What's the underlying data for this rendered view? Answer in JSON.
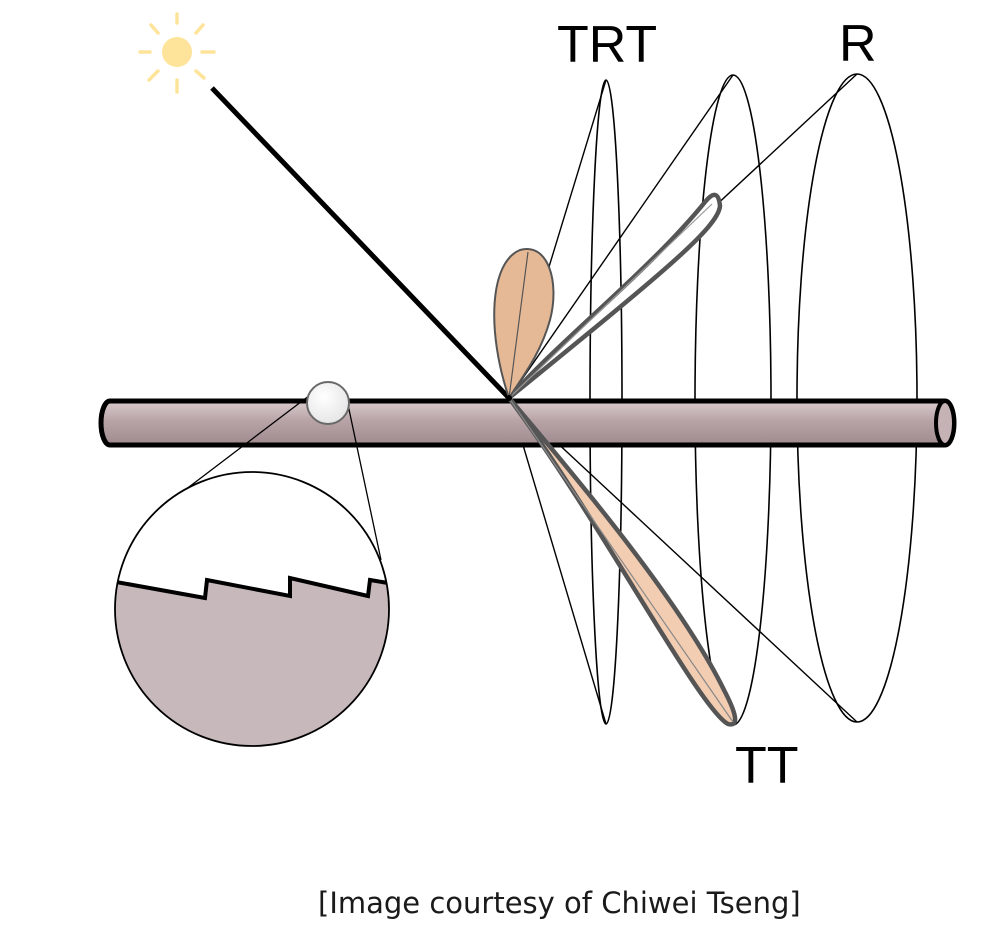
{
  "labels": {
    "trt": "TRT",
    "r": "R",
    "tt": "TT"
  },
  "caption": "[Image courtesy of Chiwei Tseng]",
  "icons": {
    "light_source": "sun-icon"
  },
  "colors": {
    "sun": "#fde49a",
    "hair_fiber": "#ad969a",
    "magnified_cuticle": "#c7b8bb",
    "lobe_fill": "#f2cdb2",
    "lobe_fill_dark": "#e6b996",
    "lobe_outline": "#555555",
    "r_lobe_fill": "#ffffff"
  }
}
